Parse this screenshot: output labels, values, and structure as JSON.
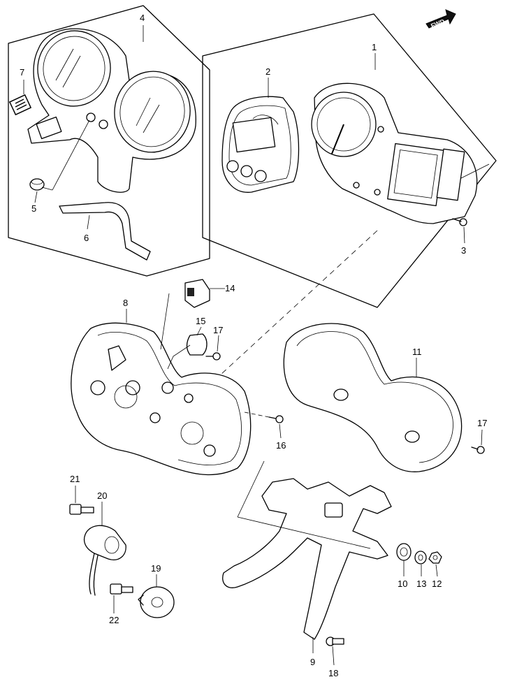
{
  "diagram": {
    "direction_badge": "FWD",
    "callouts": [
      {
        "id": "c1",
        "text": "1"
      },
      {
        "id": "c2",
        "text": "2"
      },
      {
        "id": "c3",
        "text": "3"
      },
      {
        "id": "c4",
        "text": "4"
      },
      {
        "id": "c5",
        "text": "5"
      },
      {
        "id": "c6",
        "text": "6"
      },
      {
        "id": "c7",
        "text": "7"
      },
      {
        "id": "c8",
        "text": "8"
      },
      {
        "id": "c9",
        "text": "9"
      },
      {
        "id": "c10",
        "text": "10"
      },
      {
        "id": "c11",
        "text": "11"
      },
      {
        "id": "c12",
        "text": "12"
      },
      {
        "id": "c13",
        "text": "13"
      },
      {
        "id": "c14",
        "text": "14"
      },
      {
        "id": "c15",
        "text": "15"
      },
      {
        "id": "c16",
        "text": "16"
      },
      {
        "id": "c17a",
        "text": "17"
      },
      {
        "id": "c17b",
        "text": "17"
      },
      {
        "id": "c18",
        "text": "18"
      },
      {
        "id": "c19",
        "text": "19"
      },
      {
        "id": "c20",
        "text": "20"
      },
      {
        "id": "c21",
        "text": "21"
      },
      {
        "id": "c22",
        "text": "22"
      }
    ]
  }
}
